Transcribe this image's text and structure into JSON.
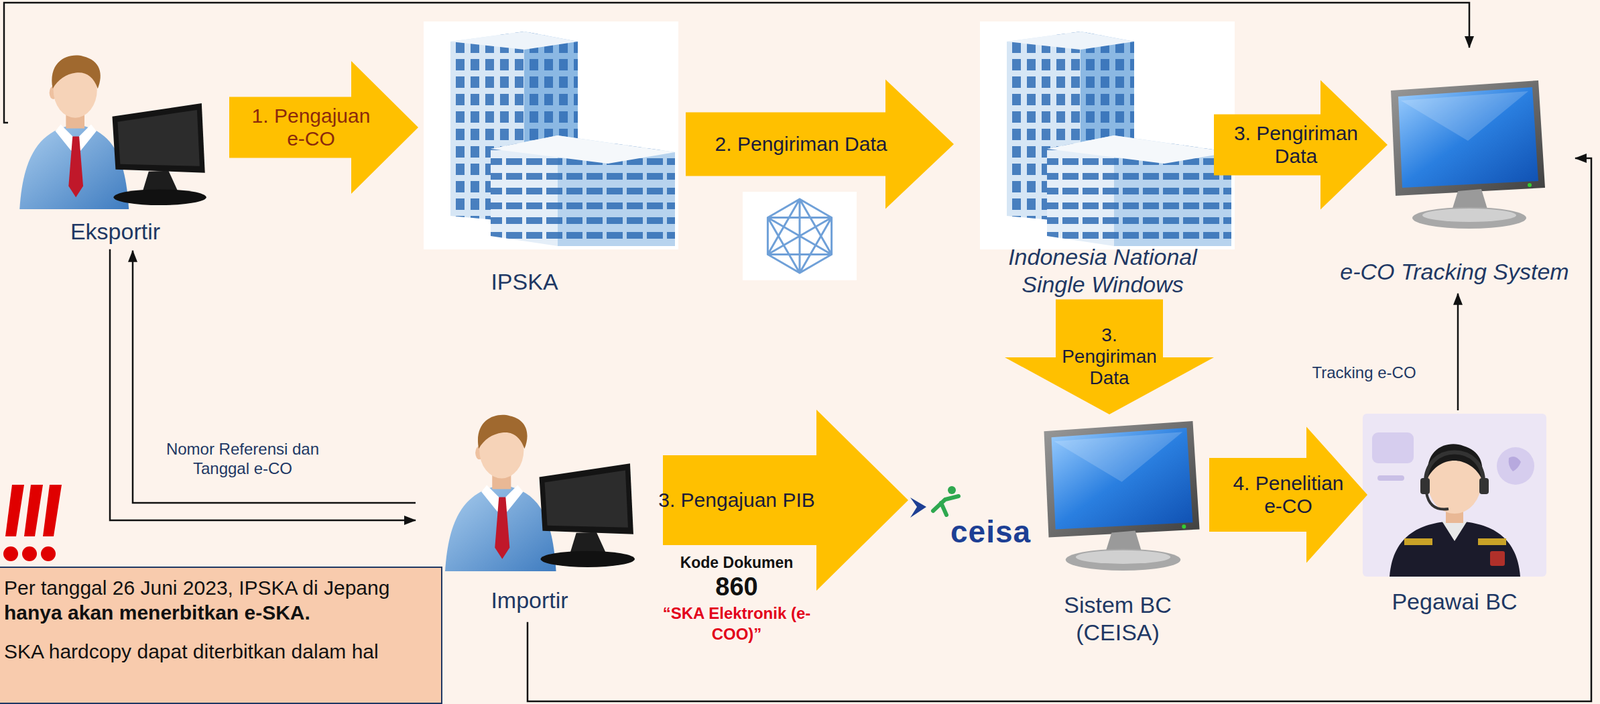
{
  "diagram": {
    "nodes": [
      {
        "text": [
          "Eksportir"
        ]
      },
      {
        "text": [
          "IPSKA"
        ]
      },
      {
        "text": [
          "Indonesia National Single Windows"
        ]
      },
      {
        "text": [
          "e-CO Tracking System"
        ]
      },
      {
        "text": [
          "Importir"
        ]
      },
      {
        "text": [
          "Sistem BC (CEISA)"
        ]
      },
      {
        "text": [
          "Pegawai BC"
        ]
      },
      {
        "text": [
          "Per tanggal 26 Juni 2023, IPSKA di Jepang",
          "hanya akan menerbitkan e-SKA.",
          "SKA hardcopy dapat diterbitkan dalam hal"
        ]
      }
    ],
    "edges": [
      {
        "from": 0,
        "to": 1,
        "label": "1. Pengajuan e-CO",
        "arrow": "to"
      },
      {
        "from": 1,
        "to": 2,
        "label": "2. Pengiriman Data",
        "arrow": "to"
      },
      {
        "from": 2,
        "to": 3,
        "label": "3. Pengiriman Data",
        "arrow": "to"
      },
      {
        "from": 2,
        "to": 5,
        "label": "3. Pengiriman Data",
        "arrow": "to"
      },
      {
        "from": 4,
        "to": 5,
        "label": "3. Pengajuan PIB",
        "arrow": "to"
      },
      {
        "from": 5,
        "to": 6,
        "label": "4. Penelitian e-CO",
        "arrow": "to"
      },
      {
        "from": 6,
        "to": 3,
        "label": "Tracking e-CO",
        "arrow": "to"
      },
      {
        "from": 0,
        "to": 3,
        "arrow": "to"
      },
      {
        "from": 0,
        "to": 4,
        "arrow": "to"
      },
      {
        "from": 4,
        "to": 0,
        "label": "Nomor Referensi dan Tanggal e-CO",
        "arrow": "to"
      },
      {
        "from": 4,
        "to": 3,
        "arrow": "to"
      }
    ],
    "labels": [
      "Kode Dokumen",
      "860",
      "“SKA Elektronik (e-COO)”",
      "ceisa"
    ]
  }
}
